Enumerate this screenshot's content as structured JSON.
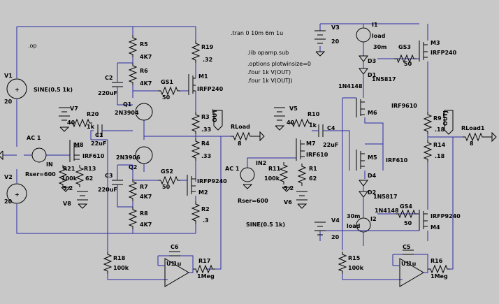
{
  "directives": {
    "op": ".op",
    "tran": ".tran 0 10m 6m 1u",
    "lib": ".lib opamp.sub",
    "options": ".options plotwinsize=0",
    "four1": ".four 1k V(OUT)",
    "four2": ".four 1k V(OUTJ)"
  },
  "left_circuit": {
    "V1": {
      "name": "V1",
      "value": "20"
    },
    "V2": {
      "name": "V2",
      "value": "20"
    },
    "AC1": {
      "name": "AC 1",
      "net": "IN",
      "src": "SINE(0.5 1k)",
      "rser": "Rser=600"
    },
    "V7": {
      "name": "V7",
      "value": "40"
    },
    "V8": {
      "name": "V8",
      "value": "5.2"
    },
    "R5": {
      "name": "R5",
      "value": "4K7"
    },
    "R6": {
      "name": "R6",
      "value": "4K7"
    },
    "R7": {
      "name": "R7",
      "value": "4K7"
    },
    "R8": {
      "name": "R8",
      "value": "4K7"
    },
    "R19": {
      "name": "R19",
      "value": ".32"
    },
    "R3": {
      "name": "R3",
      "value": ".33"
    },
    "R4": {
      "name": "R4",
      "value": ".33"
    },
    "R2": {
      "name": "R2",
      "value": ".3"
    },
    "R20": {
      "name": "R20",
      "value": "1k"
    },
    "R21": {
      "name": "R21",
      "value": "100k"
    },
    "R13": {
      "name": "R13",
      "value": "62"
    },
    "R18": {
      "name": "R18",
      "value": "100k"
    },
    "R17": {
      "name": "R17",
      "value": "1Meg"
    },
    "C1": {
      "name": "C1",
      "value": "22uF"
    },
    "C2": {
      "name": "C2",
      "value": "220uF"
    },
    "C3": {
      "name": "C3",
      "value": "220uF"
    },
    "C6": {
      "name": "C6",
      "value": "1u"
    },
    "GS1": {
      "name": "GS1",
      "value": "50"
    },
    "GS2": {
      "name": "GS2",
      "value": "50"
    },
    "Q1": {
      "name": "Q1",
      "part": "2N3904"
    },
    "Q2": {
      "name": "Q2",
      "part": "2N3906"
    },
    "M1": {
      "name": "M1",
      "part": "IRFP240"
    },
    "M2": {
      "name": "M2",
      "part": "IRFP9240"
    },
    "M8": {
      "name": "M8",
      "part": "IRF610"
    },
    "U1": {
      "name": "U1"
    },
    "out": "OUT",
    "rload": {
      "name": "RLoad",
      "value": "8"
    }
  },
  "right_circuit": {
    "V3": {
      "name": "V3",
      "value": "20"
    },
    "V4": {
      "name": "V4",
      "value": "20"
    },
    "V5": {
      "name": "V5",
      "value": "40"
    },
    "V6": {
      "name": "V6",
      "value": "5.2"
    },
    "AC1": {
      "name": "AC 1",
      "net": "IN2",
      "rser": "Rser=600",
      "src": "SINE(0.5 1k)"
    },
    "I1": {
      "name": "I1",
      "type": "load",
      "value": "30m"
    },
    "I2": {
      "name": "I2",
      "type": "load",
      "value": "30m"
    },
    "D1": {
      "name": "D1",
      "part": "1N5817"
    },
    "D2": {
      "name": "D2",
      "part": "1N5817"
    },
    "D3": {
      "name": "D3",
      "part": "1N4148"
    },
    "D4": {
      "name": "D4",
      "part": "1N4148"
    },
    "R10": {
      "name": "R10",
      "value": "1k"
    },
    "R11": {
      "name": "R11",
      "value": "100k"
    },
    "R1": {
      "name": "R1",
      "value": "62"
    },
    "R9": {
      "name": "R9",
      "value": ".18"
    },
    "R14": {
      "name": "R14",
      "value": ".18"
    },
    "R15": {
      "name": "R15",
      "value": "100k"
    },
    "R16": {
      "name": "R16",
      "value": "1Meg"
    },
    "C4": {
      "name": "C4",
      "value": "22uF"
    },
    "C5": {
      "name": "C5",
      "value": "1u"
    },
    "GS3": {
      "name": "GS3",
      "value": "50"
    },
    "GS4": {
      "name": "GS4",
      "value": "50"
    },
    "M3": {
      "name": "M3",
      "part": "IRFP240"
    },
    "M4": {
      "name": "M4",
      "part": "IRFP9240"
    },
    "M5": {
      "name": "M5",
      "part": "IRF610"
    },
    "M6": {
      "name": "M6",
      "part": "IRF9610"
    },
    "M7": {
      "name": "M7",
      "part": "IRF610"
    },
    "U1": {
      "name": "U1"
    },
    "out": "OUTJ",
    "rload": {
      "name": "RLoad1",
      "value": "8"
    }
  }
}
